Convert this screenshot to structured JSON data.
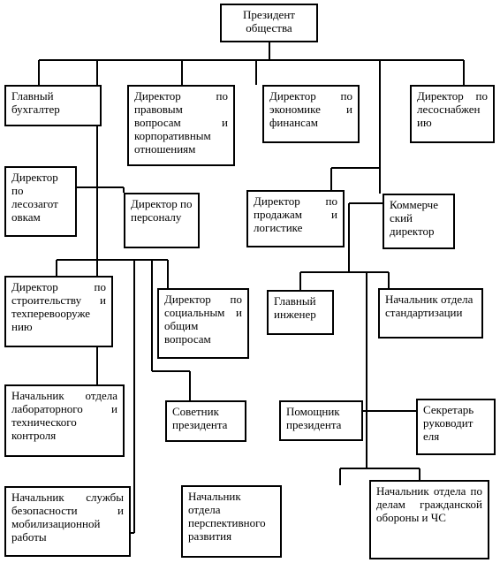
{
  "colors": {
    "line": "#000000",
    "box_border": "#000000",
    "background": "#ffffff"
  },
  "nodes": {
    "president": "Президент\nобщества",
    "chief_accountant": "Главный\nбухгалтер",
    "legal_director": "Директор по правовым вопросам и корпоративным отношениям",
    "economics_director": "Директор по экономике и финансам",
    "forest_supply_director": "Директор по лесоснабжен ию",
    "logging_director": "Директор по лесозагот овкам",
    "hr_director": "Директор по персоналу",
    "sales_director": "Директор по продажам и логистике",
    "commercial_director": "Коммерче ский директор",
    "construction_director": "Директор по строительству и техперевооруже нию",
    "social_director": "Директор по социальным и общим вопросам",
    "chief_engineer": "Главный инженер",
    "standardization_head": "Начальник отдела стандартизации",
    "lab_control_head": "Начальник отдела лабораторного и технического контроля",
    "president_advisor": "Советник президента",
    "president_assistant": "Помощник президента",
    "head_secretary": "Секретарь руководит еля",
    "security_head": "Начальник службы безопасности и мобилизационной работы",
    "planning_head": "Начальник отдела перспективного развития",
    "civil_defense_head": "Начальник отдела по делам гражданской обороны и ЧС"
  }
}
